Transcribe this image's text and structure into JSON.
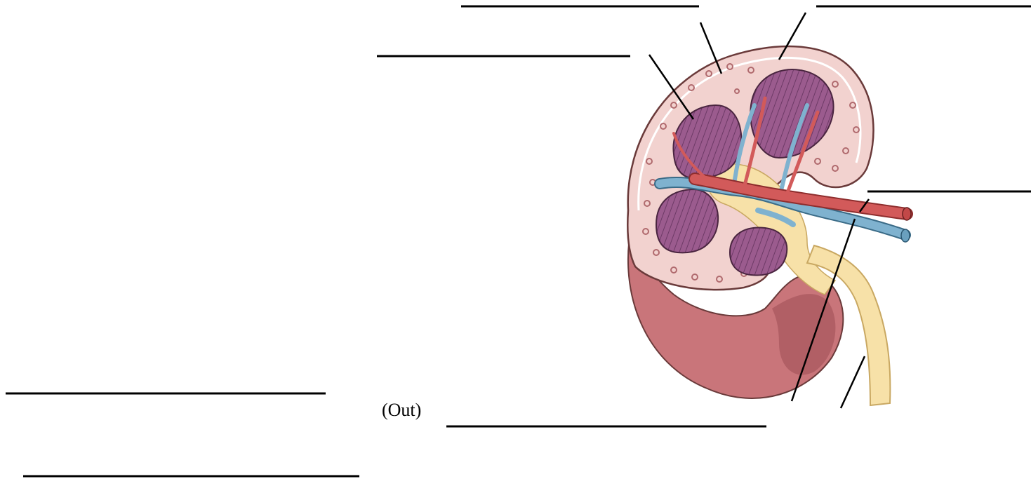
{
  "worksheet": {
    "labels": {
      "out_marker": "(Out)"
    },
    "answer_blanks": [
      {
        "id": "blank-top-center",
        "value": ""
      },
      {
        "id": "blank-top-right",
        "value": ""
      },
      {
        "id": "blank-upper-left",
        "value": ""
      },
      {
        "id": "blank-right-middle",
        "value": ""
      },
      {
        "id": "blank-bottom-left-1",
        "value": ""
      },
      {
        "id": "blank-bottom-center",
        "value": ""
      },
      {
        "id": "blank-bottom-left-2",
        "value": ""
      }
    ],
    "colors": {
      "cortex": "#f2d2cf",
      "cortex_dots": "#b06a6e",
      "pyramid": "#9b5b8e",
      "pyramid_stripe": "#6d3a66",
      "outer_kidney": "#c9757a",
      "outer_kidney_shadow": "#a6565d",
      "artery": "#d25a5a",
      "vein": "#7fb2cf",
      "ureter": "#f7e1a8",
      "pelvis": "#f7e1a8",
      "capsule_line": "#6a3a3a"
    }
  }
}
